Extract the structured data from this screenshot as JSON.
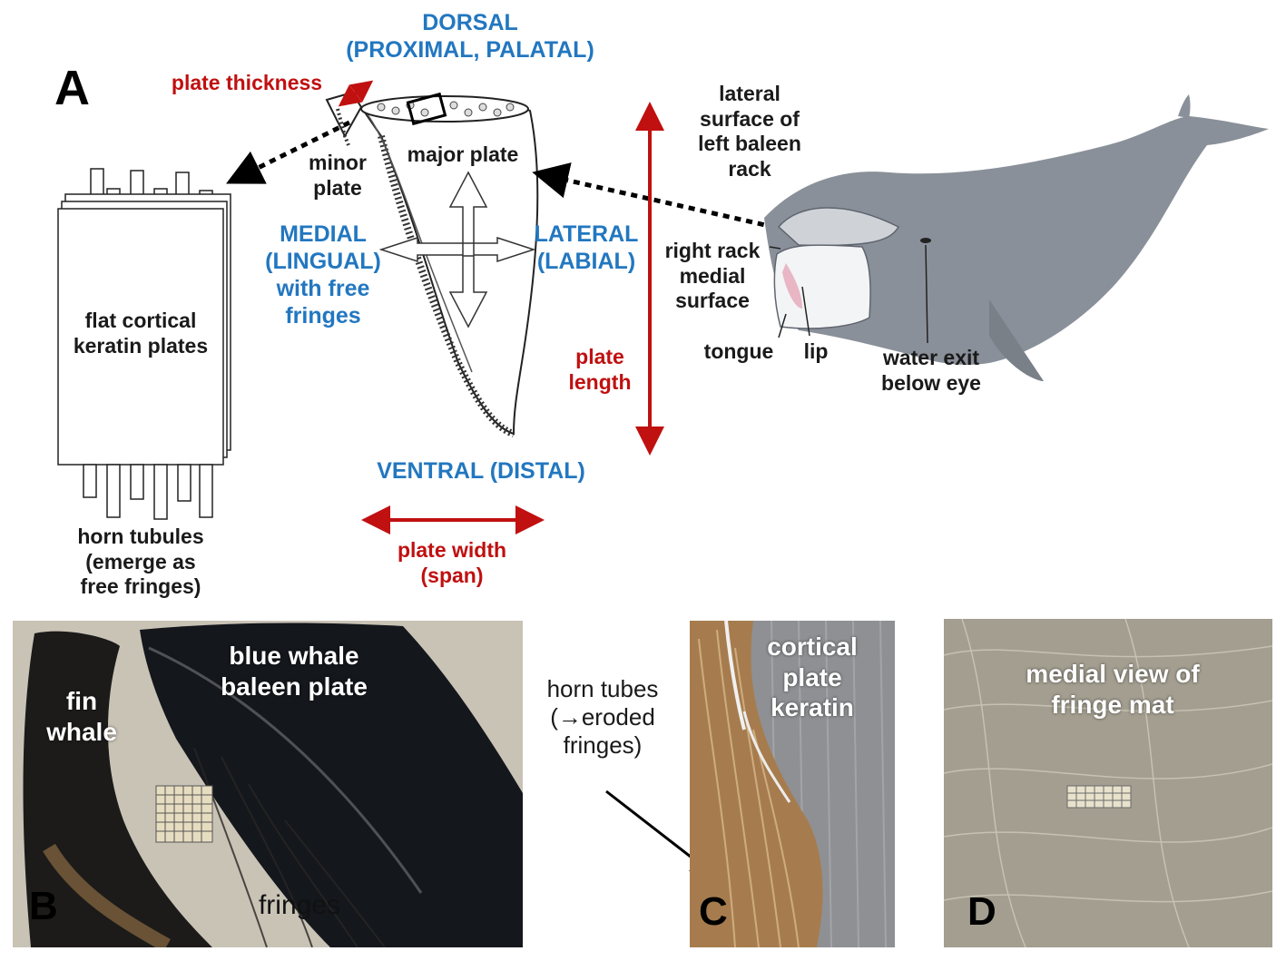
{
  "panel_a": {
    "letter": "A",
    "orientation": {
      "dorsal": "DORSAL\n(PROXIMAL, PALATAL)",
      "medial": "MEDIAL\n(LINGUAL)\nwith free\nfringes",
      "lateral": "LATERAL\n(LABIAL)",
      "ventral": "VENTRAL (DISTAL)"
    },
    "measures": {
      "thickness": "plate thickness",
      "length": "plate\nlength",
      "width": "plate width\n(span)"
    },
    "plate_labels": {
      "minor": "minor\nplate",
      "major": "major plate",
      "cortical": "flat cortical\nkeratin plates",
      "tubules": "horn tubules\n(emerge as\nfree fringes)"
    },
    "whale_labels": {
      "lateral_surface": "lateral\nsurface of\nleft baleen\nrack",
      "right_rack": "right rack\nmedial\nsurface",
      "tongue": "tongue",
      "lip": "lip",
      "water_exit": "water exit\nbelow eye"
    }
  },
  "panel_b": {
    "letter": "B",
    "fin_whale": "fin\nwhale",
    "blue_whale": "blue whale\nbaleen plate",
    "fringes": "fringes"
  },
  "horn_tubes_label": "horn tubes\n(→eroded\nfringes)",
  "panel_c": {
    "letter": "C",
    "caption": "cortical\nplate\nkeratin"
  },
  "panel_d": {
    "letter": "D",
    "caption": "medial view of\nfringe mat"
  },
  "colors": {
    "orientation_blue": "#2277c0",
    "measure_red": "#c01010",
    "whale_grey": "#8a9099"
  }
}
